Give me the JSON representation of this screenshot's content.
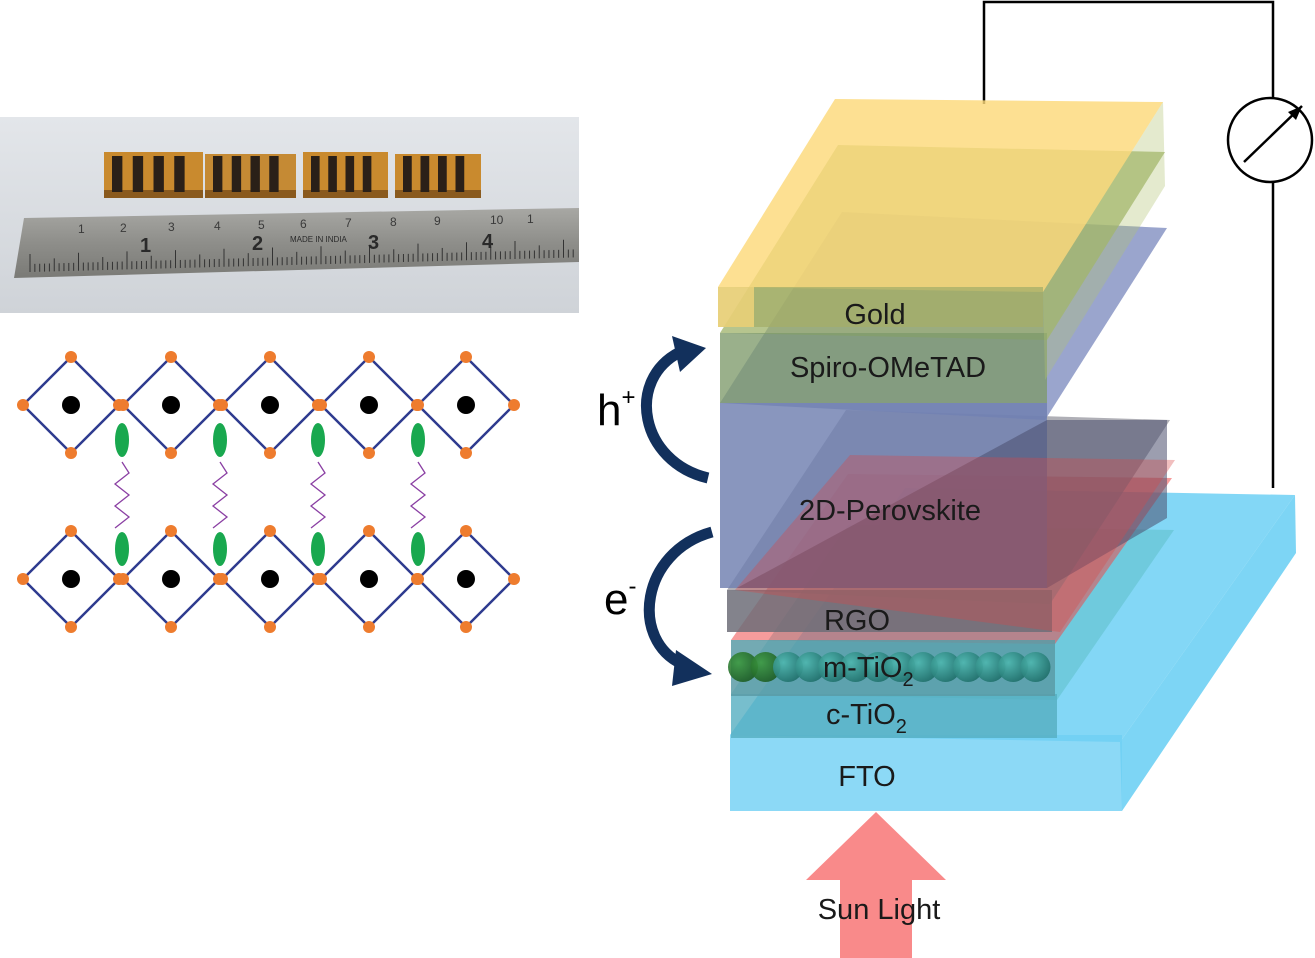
{
  "photo": {
    "ruler_mark": "MADE IN INDIA",
    "ruler_cm": [
      "1",
      "2",
      "3",
      "4"
    ],
    "ruler_mm": [
      "1",
      "2",
      "3",
      "4",
      "5",
      "6",
      "7",
      "8",
      "9",
      "10",
      "1"
    ],
    "sample_count": 4
  },
  "device": {
    "layers": {
      "gold": "Gold",
      "spiro": "Spiro-OMeTAD",
      "perovskite": "2D-Perovskite",
      "rgo": "RGO",
      "mtio2_main": "m-TiO",
      "mtio2_sub": "2",
      "ctio2_main": "c-TiO",
      "ctio2_sub": "2",
      "fto": "FTO"
    },
    "hole": {
      "main": "h",
      "sup": "+"
    },
    "electron": {
      "main": "e",
      "sup": "-"
    },
    "light": "Sun Light"
  },
  "colors": {
    "gold": "#fcd97a",
    "spiro": "#8fa860",
    "perovskite": "#7d8cbf",
    "rgo": "#6a6a78",
    "red": "#ee4a4a",
    "fto": "#6fd0f4",
    "arrow": "#12305c",
    "sunlight": "#f98a8a",
    "lattice": "#2e3b8f",
    "node": "#ee7c2e",
    "spacer": "#19a84f",
    "chain": "#8a3fa3"
  }
}
